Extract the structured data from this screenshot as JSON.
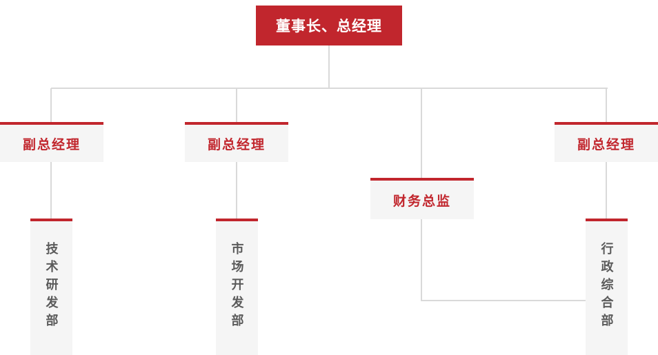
{
  "org_chart": {
    "title": "company-organization-chart",
    "root": {
      "label": "董事长、总经理"
    },
    "level2": [
      {
        "label": "副总经理",
        "role": "vice-general-manager-left"
      },
      {
        "label": "副总经理",
        "role": "vice-general-manager-middle"
      },
      {
        "label": "财务总监",
        "role": "finance-director"
      },
      {
        "label": "副总经理",
        "role": "vice-general-manager-right"
      }
    ],
    "departments": [
      {
        "label": "技术研发部",
        "parent": "vice-general-manager-left"
      },
      {
        "label": "市场开发部",
        "parent": "vice-general-manager-middle"
      },
      {
        "label": "行政综合部",
        "parent": "vice-general-manager-right"
      }
    ]
  },
  "colors": {
    "primary_red": "#c1262d",
    "node_background": "#f5f5f5",
    "connector_gray": "#d9d9d9",
    "dept_text_gray": "#5a5a5a",
    "root_text": "#ffffff"
  }
}
